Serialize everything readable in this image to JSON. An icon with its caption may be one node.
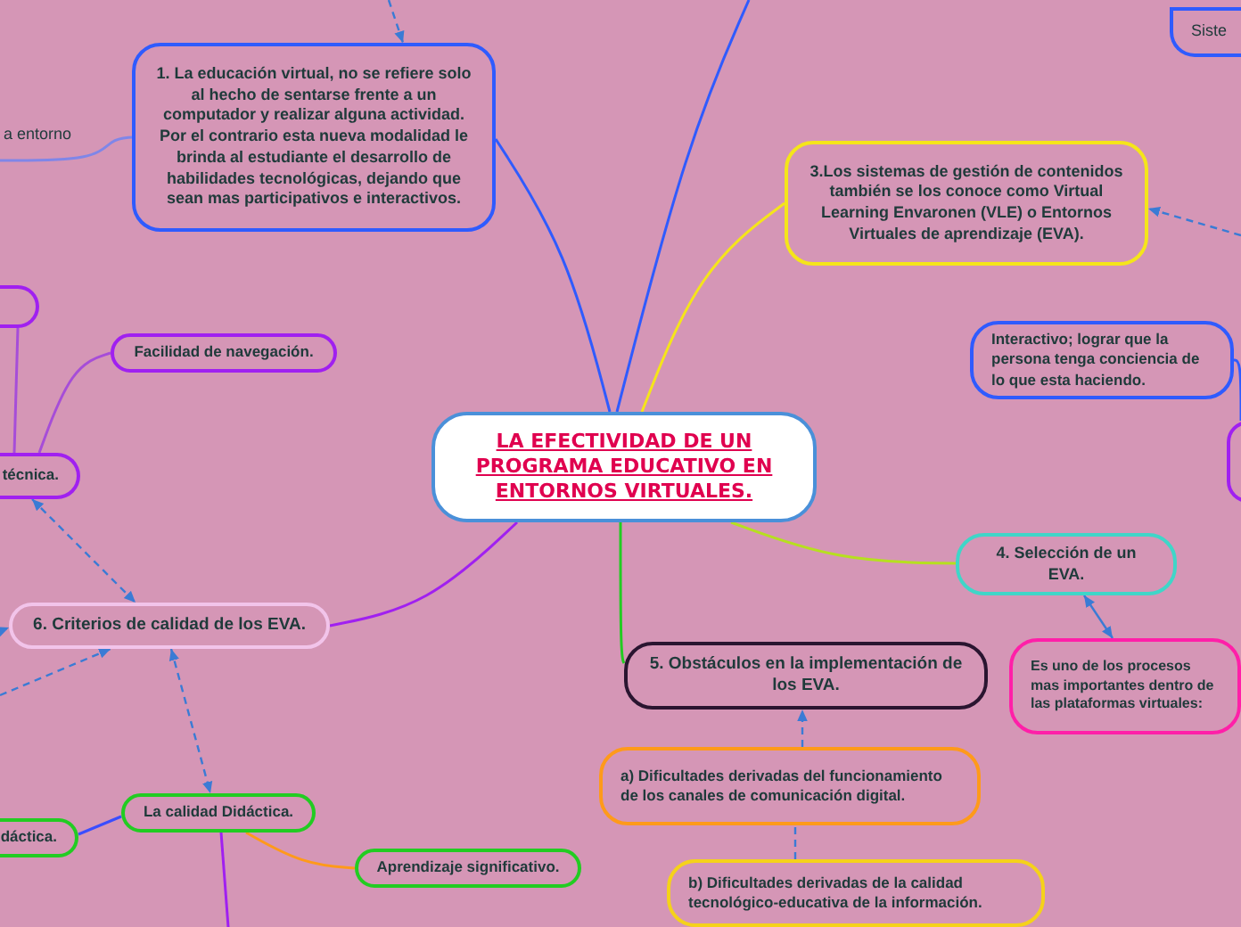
{
  "diagram": {
    "nodes": [
      {
        "text": [
          "LA EFECTIVIDAD DE UN PROGRAMA EDUCATIVO EN ENTORNOS VIRTUALES."
        ]
      },
      {
        "text": [
          "1. La educación virtual, no se refiere solo al hecho de sentarse frente a un computador y realizar alguna actividad. Por el contrario esta nueva modalidad le brinda al estudiante el desarrollo de habilidades tecnológicas, dejando que sean mas participativos e interactivos."
        ]
      },
      {
        "text": [
          "a entorno"
        ]
      },
      {
        "text": [
          "3.Los sistemas de gestión de contenidos también se los conoce como Virtual Learning Envaronen (VLE) o Entornos Virtuales de aprendizaje (EVA)."
        ]
      },
      {
        "text": [
          "Interactivo; lograr que la persona tenga conciencia de lo que esta haciendo."
        ]
      },
      {
        "text": [
          "4. Selección de un EVA."
        ]
      },
      {
        "text": [
          "Es uno de los procesos mas importantes dentro de las plataformas virtuales:"
        ]
      },
      {
        "text": [
          "5. Obstáculos en la implementación de los EVA."
        ]
      },
      {
        "text": [
          "a) Dificultades derivadas del funcionamiento de los canales de comunicación digital."
        ]
      },
      {
        "text": [
          "b) Dificultades derivadas de la calidad tecnológico-educativa de la información."
        ]
      },
      {
        "text": [
          "6. Criterios de calidad de los EVA."
        ]
      },
      {
        "text": [
          "técnica."
        ]
      },
      {
        "text": [
          "Facilidad de navegación."
        ]
      },
      {
        "text": [],
        "shape": "box"
      },
      {
        "text": [
          "La calidad Didáctica."
        ]
      },
      {
        "text": [
          "dáctica."
        ]
      },
      {
        "text": [
          "Aprendizaje significativo."
        ]
      },
      {
        "text": [
          "Siste"
        ]
      },
      {
        "text": [],
        "shape": "box"
      }
    ],
    "edges": [
      {
        "from": 0,
        "to": 1,
        "arrow": "none",
        "color": "#2f5bff"
      },
      {
        "from": 1,
        "to": 2,
        "arrow": "none",
        "color": "#7f86e8"
      },
      {
        "from": null,
        "to": 1,
        "arrow": "to",
        "style": "dashed"
      },
      {
        "from": 0,
        "to": 3,
        "arrow": "none",
        "color": "#f5e51a"
      },
      {
        "from": null,
        "to": 3,
        "arrow": "to",
        "style": "dashed"
      },
      {
        "from": 4,
        "to": 18,
        "arrow": "none",
        "color": "#2f5bff"
      },
      {
        "from": 0,
        "to": 5,
        "arrow": "none",
        "color": "#b6e01f"
      },
      {
        "from": 5,
        "to": 6,
        "arrow": "both"
      },
      {
        "from": 0,
        "to": 7,
        "arrow": "none",
        "color": "#22cc22"
      },
      {
        "from": 8,
        "to": 7,
        "arrow": "to",
        "style": "dashed"
      },
      {
        "from": 9,
        "to": 8,
        "arrow": "none",
        "style": "dashed"
      },
      {
        "from": 0,
        "to": 10,
        "arrow": "none",
        "color": "#a020f0"
      },
      {
        "from": 11,
        "to": 10,
        "arrow": "both",
        "style": "dashed"
      },
      {
        "from": null,
        "to": 10,
        "arrow": "to",
        "style": "dashed"
      },
      {
        "from": null,
        "to": 10,
        "arrow": "to",
        "style": "dashed"
      },
      {
        "from": 10,
        "to": 14,
        "arrow": "both",
        "style": "dashed"
      },
      {
        "from": 11,
        "to": 12,
        "arrow": "none",
        "color": "#a64dd8"
      },
      {
        "from": 11,
        "to": 13,
        "arrow": "none",
        "color": "#a64dd8"
      },
      {
        "from": 14,
        "to": 15,
        "arrow": "none",
        "color": "#3a4dff"
      },
      {
        "from": 14,
        "to": 16,
        "arrow": "none",
        "color": "#ff9a1a"
      },
      {
        "from": 14,
        "to": null,
        "arrow": "none",
        "color": "#a020f0"
      },
      {
        "from": 0,
        "to": null,
        "arrow": "none",
        "color": "#2f5bff"
      }
    ]
  }
}
